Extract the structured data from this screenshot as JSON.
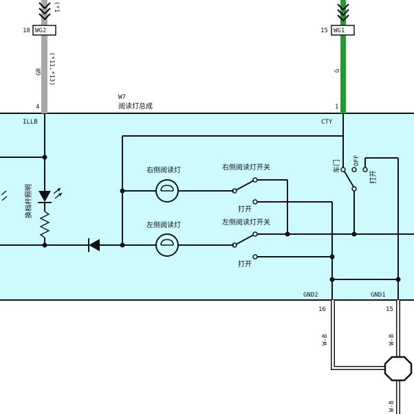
{
  "connectors": {
    "left": {
      "pin": "18",
      "code": "WG2",
      "wire_color": "GR",
      "note": "(*11,*13)",
      "top_note": "(*1"
    },
    "right": {
      "pin": "15",
      "code": "WG1",
      "wire_color": "G"
    }
  },
  "component": {
    "id": "W7",
    "name": "阅读灯总成",
    "pin_illb_num": "4",
    "pin_illb": "ILLB",
    "pin_cty_num": "1",
    "pin_cty": "CTY",
    "pin_gnd2": "GND2",
    "pin_gnd1": "GND1"
  },
  "labels": {
    "shift_lever_light": "换档杆照明",
    "right_lamp": "右侧阅读灯",
    "right_switch": "右侧阅读灯开关",
    "right_on": "打开",
    "left_lamp": "左侧阅读灯",
    "left_switch": "左侧阅读灯开关",
    "left_on": "打开",
    "door": "车门",
    "off": "OFF",
    "on": "打开"
  },
  "ground": {
    "pin16": "16",
    "pin15": "15",
    "wire16": "W-B",
    "wire15": "W-B",
    "wire_bottom": "W-B"
  },
  "colors": {
    "module_fill": "#cdfbfd",
    "wire_gray": "#a8a8a8",
    "wire_green": "#1f9e2f"
  }
}
